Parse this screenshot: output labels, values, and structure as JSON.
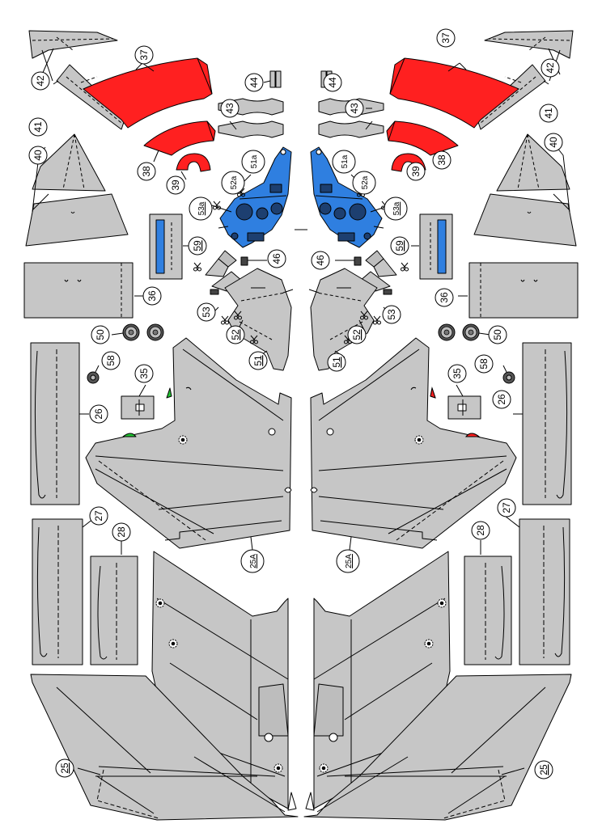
{
  "sheet": {
    "colors": {
      "part_gray": "#c6c6c6",
      "red": "#ff2020",
      "blue": "#2f7fe0",
      "green": "#22c433",
      "outline": "#000000",
      "paper": "#ffffff"
    },
    "part_labels": {
      "p42": "42",
      "p37": "37",
      "p38": "38",
      "p39": "39",
      "p40": "40",
      "p41": "41",
      "p44": "44",
      "p43": "43",
      "p51a": "51a",
      "p52a": "52a",
      "p53a": "53a",
      "p59": "59",
      "p46": "46",
      "p36": "36",
      "p53": "53",
      "p52": "52",
      "p51": "51",
      "p50": "50",
      "p58": "58",
      "p35": "35",
      "p26": "26",
      "p27": "27",
      "p28": "28",
      "p25A": "25A",
      "p25": "25"
    },
    "icons": {
      "scissors": "scissors-icon",
      "wheel": "wheel-icon",
      "glue_tab": "glue-tab-icon"
    }
  }
}
